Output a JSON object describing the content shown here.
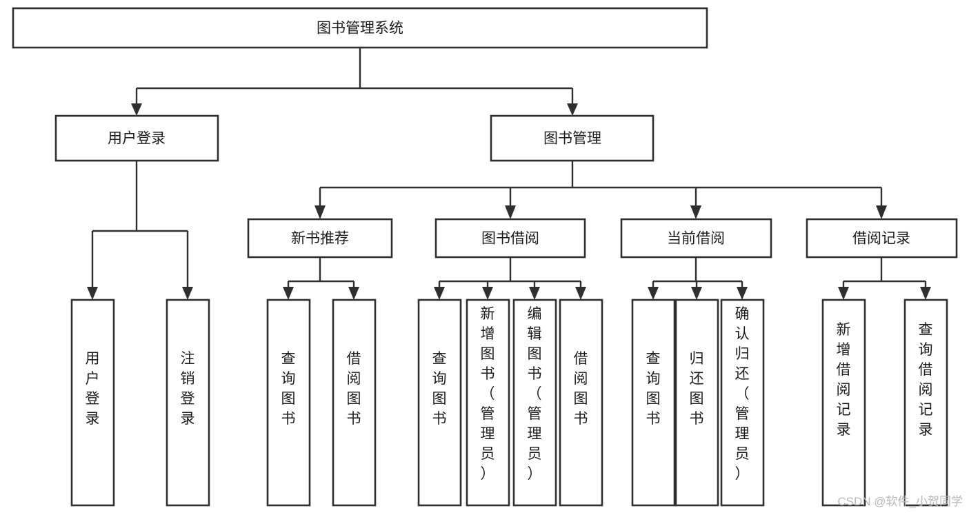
{
  "diagram": {
    "type": "tree",
    "title": "图书管理系统",
    "root": {
      "id": "root",
      "label": "图书管理系统",
      "orientation": "horizontal"
    },
    "level2": [
      {
        "id": "user-login",
        "label": "用户登录",
        "orientation": "horizontal"
      },
      {
        "id": "book-manage",
        "label": "图书管理",
        "orientation": "horizontal"
      }
    ],
    "level3": [
      {
        "id": "new-book-recommend",
        "label": "新书推荐",
        "orientation": "horizontal",
        "parent": "book-manage"
      },
      {
        "id": "book-borrow",
        "label": "图书借阅",
        "orientation": "horizontal",
        "parent": "book-manage"
      },
      {
        "id": "current-borrow",
        "label": "当前借阅",
        "orientation": "horizontal",
        "parent": "book-manage"
      },
      {
        "id": "borrow-record",
        "label": "借阅记录",
        "orientation": "horizontal",
        "parent": "book-manage"
      }
    ],
    "leaves": [
      {
        "id": "leaf-user-login",
        "label": "用户登录",
        "orientation": "vertical",
        "parent": "user-login"
      },
      {
        "id": "leaf-logout",
        "label": "注销登录",
        "orientation": "vertical",
        "parent": "user-login"
      },
      {
        "id": "leaf-query-book-1",
        "label": "查询图书",
        "orientation": "vertical",
        "parent": "new-book-recommend"
      },
      {
        "id": "leaf-borrow-book-1",
        "label": "借阅图书",
        "orientation": "vertical",
        "parent": "new-book-recommend"
      },
      {
        "id": "leaf-query-book-2",
        "label": "查询图书",
        "orientation": "vertical",
        "parent": "book-borrow"
      },
      {
        "id": "leaf-add-book",
        "label": "新增图书（管理员）",
        "orientation": "vertical",
        "parent": "book-borrow"
      },
      {
        "id": "leaf-edit-book",
        "label": "编辑图书（管理员）",
        "orientation": "vertical",
        "parent": "book-borrow"
      },
      {
        "id": "leaf-borrow-book-2",
        "label": "借阅图书",
        "orientation": "vertical",
        "parent": "book-borrow"
      },
      {
        "id": "leaf-query-book-3",
        "label": "查询图书",
        "orientation": "vertical",
        "parent": "current-borrow"
      },
      {
        "id": "leaf-return-book",
        "label": "归还图书",
        "orientation": "vertical",
        "parent": "current-borrow"
      },
      {
        "id": "leaf-confirm-return",
        "label": "确认归还（管理员）",
        "orientation": "vertical",
        "parent": "current-borrow"
      },
      {
        "id": "leaf-add-record",
        "label": "新增借阅记录",
        "orientation": "vertical",
        "parent": "borrow-record"
      },
      {
        "id": "leaf-query-record",
        "label": "查询借阅记录",
        "orientation": "vertical",
        "parent": "borrow-record"
      }
    ]
  },
  "watermark": {
    "text": "CSDN @软件_小贺同学"
  },
  "colors": {
    "stroke": "#2f2f2f",
    "fill": "#ffffff",
    "text": "#1b1b1b",
    "watermark": "#b9b9b9"
  }
}
